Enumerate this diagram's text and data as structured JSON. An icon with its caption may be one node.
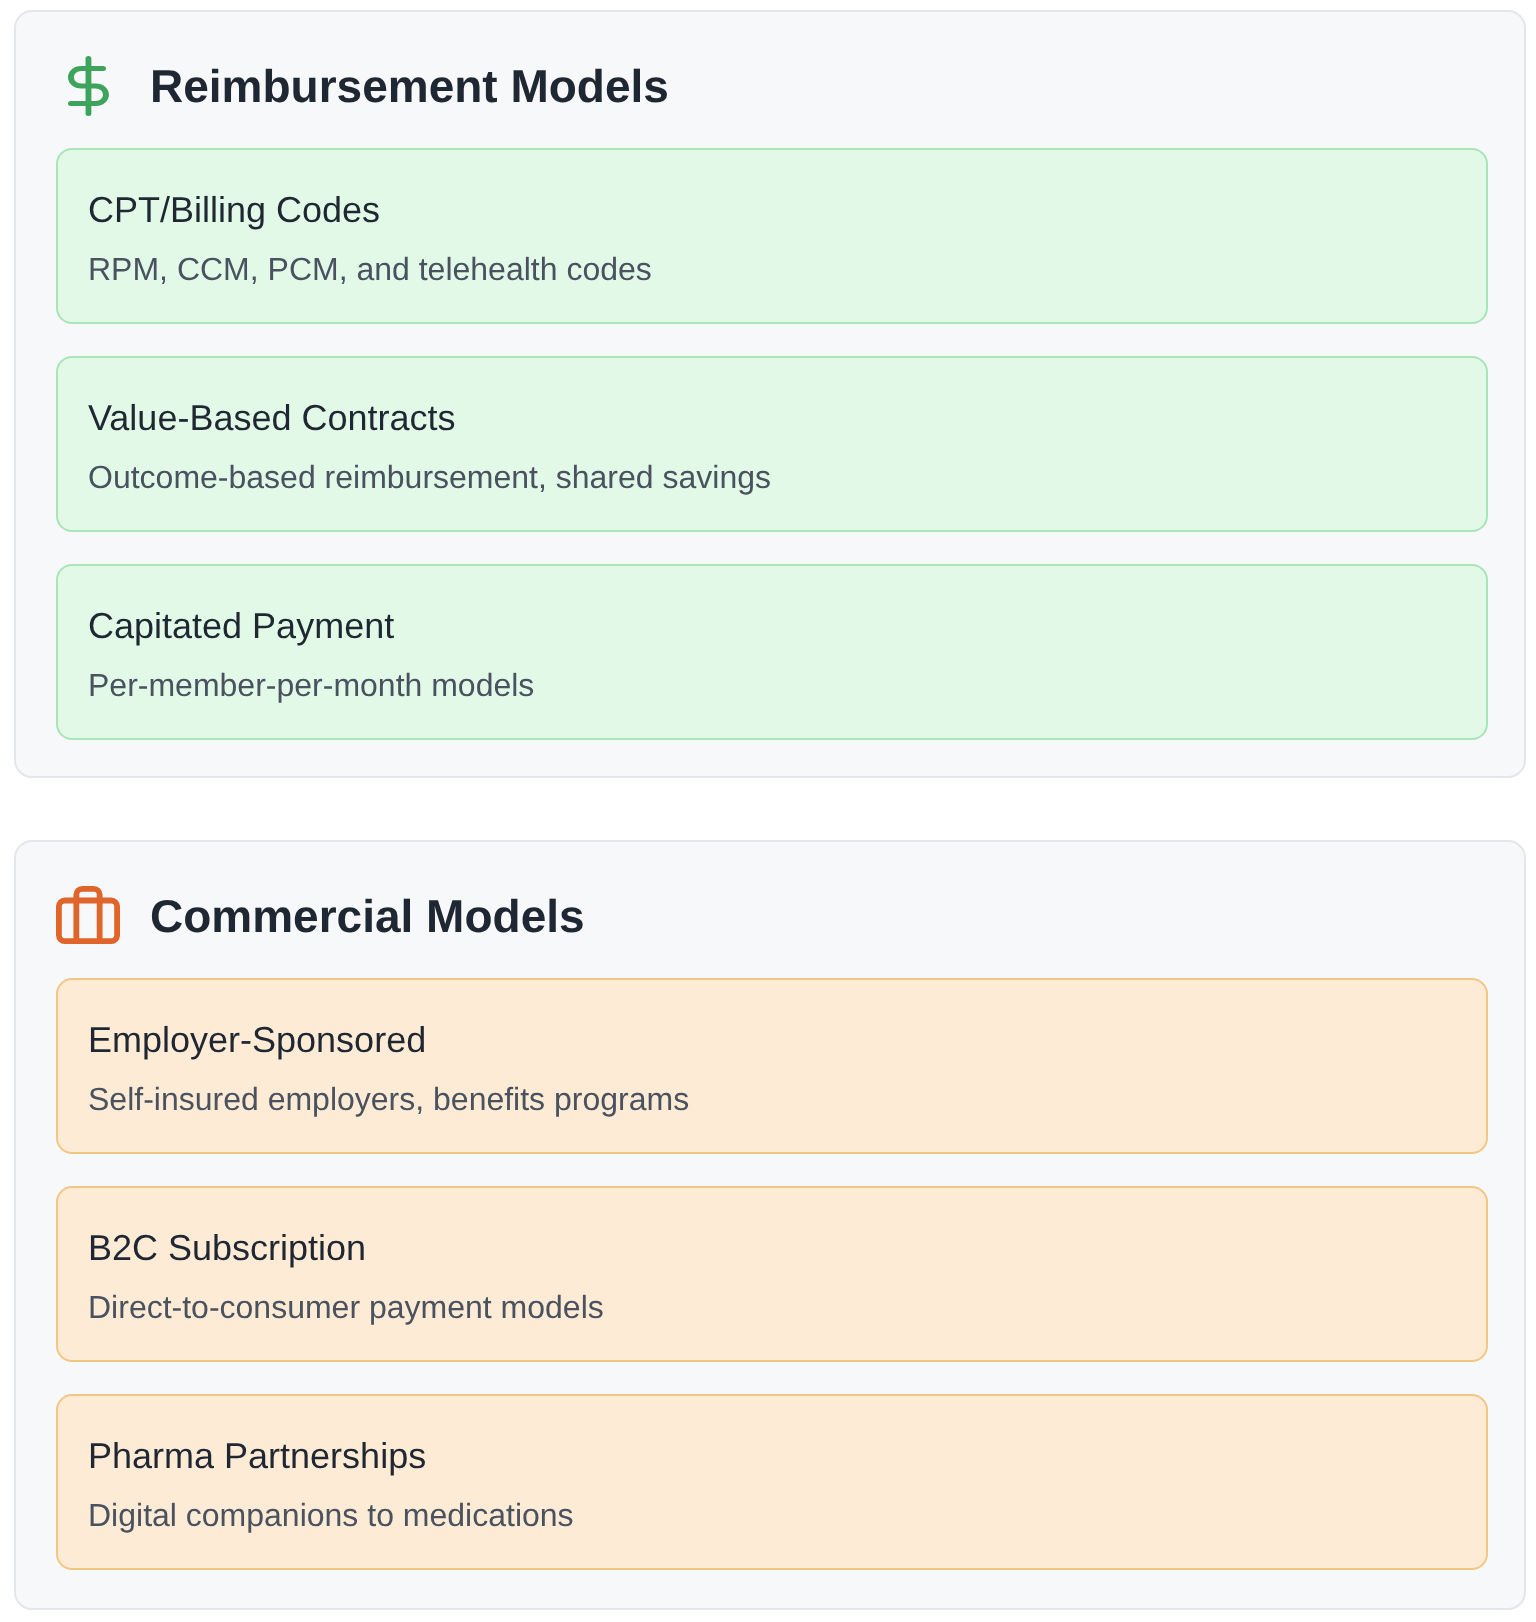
{
  "diagram": {
    "nodes": [
      {
        "text": [
          "Reimbursement Models"
        ]
      },
      {
        "text": [
          "CPT/Billing Codes",
          "RPM, CCM, PCM, and telehealth codes"
        ],
        "in": 0
      },
      {
        "text": [
          "Value-Based Contracts",
          "Outcome-based reimbursement, shared savings"
        ],
        "in": 0
      },
      {
        "text": [
          "Capitated Payment",
          "Per-member-per-month models"
        ],
        "in": 0
      },
      {
        "text": [
          "Commercial Models"
        ]
      },
      {
        "text": [
          "Employer-Sponsored",
          "Self-insured employers, benefits programs"
        ],
        "in": 4
      },
      {
        "text": [
          "B2C Subscription",
          "Direct-to-consumer payment models"
        ],
        "in": 4
      },
      {
        "text": [
          "Pharma Partnerships",
          "Digital companions to medications"
        ],
        "in": 4
      }
    ]
  }
}
